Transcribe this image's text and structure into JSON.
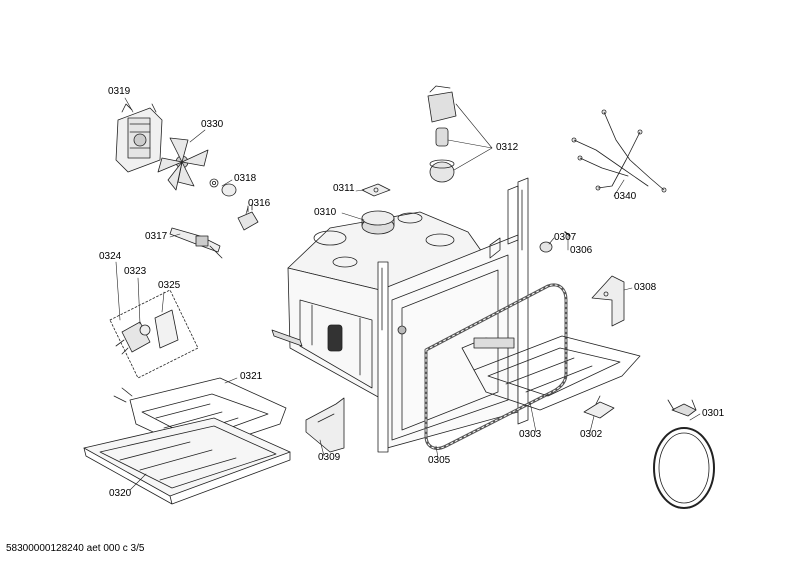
{
  "labels": {
    "p0319": "0319",
    "p0330": "0330",
    "p0318": "0318",
    "p0316": "0316",
    "p0317": "0317",
    "p0311": "0311",
    "p0310": "0310",
    "p0312": "0312",
    "p0340": "0340",
    "p0307": "0307",
    "p0306": "0306",
    "p0308": "0308",
    "p0324": "0324",
    "p0323": "0323",
    "p0325": "0325",
    "p0321": "0321",
    "p0320": "0320",
    "p0309": "0309",
    "p0305": "0305",
    "p0303": "0303",
    "p0302": "0302",
    "p0301": "0301"
  },
  "footer": "58300000128240 aet 000 c 3/5"
}
